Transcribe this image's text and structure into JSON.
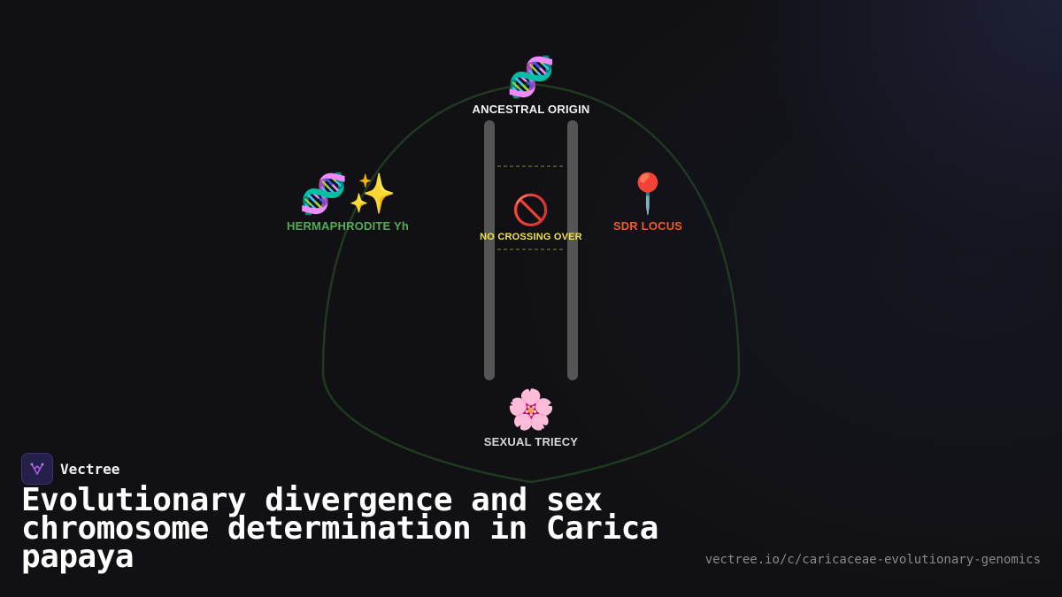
{
  "diagram": {
    "top_node": {
      "icon": "🧬",
      "icon_name": "dna-icon",
      "label": "ANCESTRAL ORIGIN"
    },
    "left_node": {
      "icon": "🧬✨",
      "icon_name": "dna-sparkles-icon",
      "label": "HERMAPHRODITE Yh"
    },
    "right_node": {
      "icon": "📍",
      "icon_name": "pin-icon",
      "label": "SDR LOCUS"
    },
    "center_node": {
      "icon": "🚫",
      "icon_name": "prohibited-icon",
      "label": "NO CROSSING OVER"
    },
    "bottom_node": {
      "icon": "🌸",
      "icon_name": "flower-icon",
      "label": "SEXUAL TRIECY"
    },
    "colors": {
      "outline": "#1f3a1f",
      "chromosome": "#555555",
      "dash": "#8a8a2a",
      "label_green": "#4fae4f",
      "label_orange": "#f05a24",
      "label_yellow": "#f0e04a"
    }
  },
  "brand": {
    "name": "Vectree",
    "logo_icon": "vectree-logo-icon"
  },
  "title": "Evolutionary divergence and sex chromosome determination in Carica papaya",
  "url": "vectree.io/c/caricaceae-evolutionary-genomics"
}
